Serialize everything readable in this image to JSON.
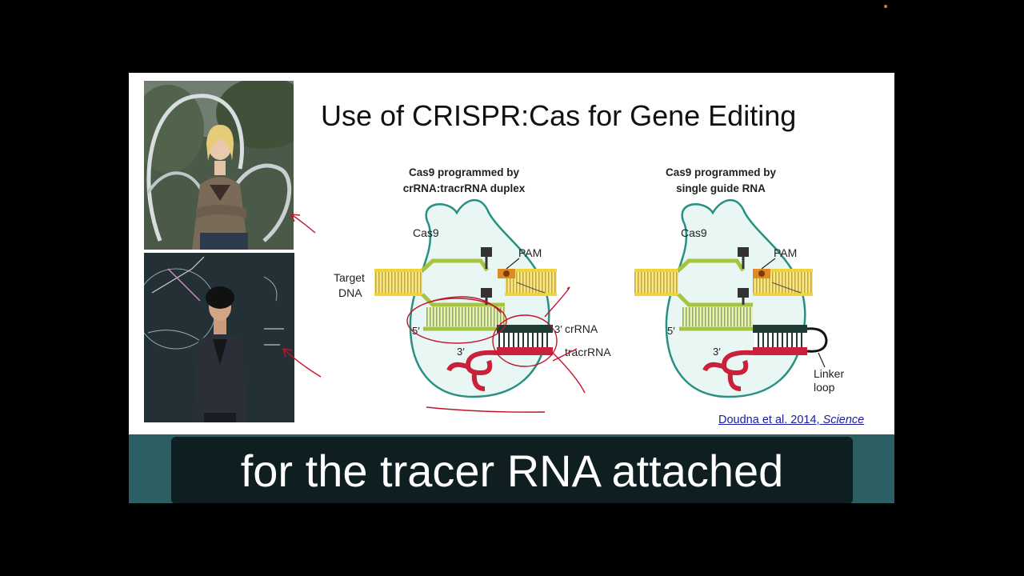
{
  "slide": {
    "title": "Use of CRISPR:Cas for Gene Editing",
    "citation": {
      "authors": "Doudna et al. 2014, ",
      "journal": "Science"
    }
  },
  "diagram_left": {
    "heading_line1": "Cas9 programmed by",
    "heading_line2": "crRNA:tracrRNA duplex",
    "cas9_label": "Cas9",
    "pam_label": "PAM",
    "target_line1": "Target",
    "target_line2": "DNA",
    "five_prime": "5′",
    "three_prime_top": "3′",
    "three_prime_bottom": "3′",
    "crrna_label": "crRNA",
    "tracrrna_label": "tracrRNA"
  },
  "diagram_right": {
    "heading_line1": "Cas9 programmed by",
    "heading_line2": "single guide RNA",
    "cas9_label": "Cas9",
    "pam_label": "PAM",
    "five_prime": "5′",
    "three_prime_bottom": "3′",
    "linker_line1": "Linker",
    "linker_line2": "loop"
  },
  "caption": {
    "text": "for the tracer RNA attached"
  },
  "colors": {
    "cas9_outline": "#2a8f83",
    "cas9_fill": "#e9f7f4",
    "dna": "#f2d43a",
    "guide": "#a7c43e",
    "crrna": "#1f3c35",
    "tracrrna": "#c9203b",
    "pam": "#e08a25",
    "annotation": "#c0142b",
    "caption_band": "#2b5f63",
    "caption_box": "#0f1e20"
  }
}
